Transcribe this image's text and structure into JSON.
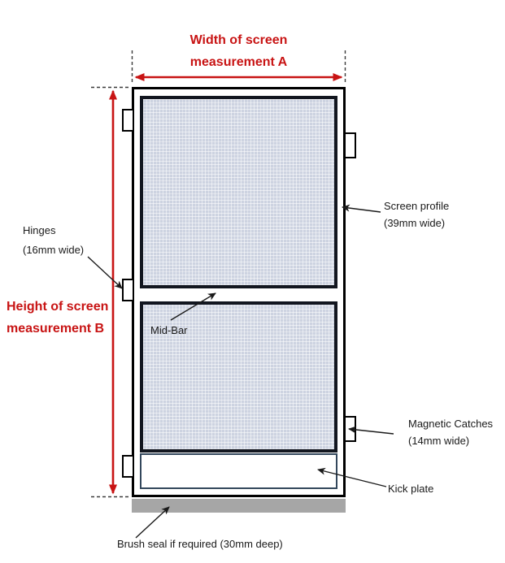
{
  "annotations": {
    "width": {
      "line1": "Width of screen",
      "line2": "measurement A"
    },
    "height": {
      "line1": "Height of screen",
      "line2": "measurement B"
    },
    "hinges": {
      "line1": "Hinges",
      "line2": "(16mm wide)"
    },
    "screen_profile": {
      "line1": "Screen profile",
      "line2": "(39mm wide)"
    },
    "mid_bar": {
      "line1": "Mid-Bar"
    },
    "magnetic_catches": {
      "line1": "Magnetic Catches",
      "line2": "(14mm wide)"
    },
    "kick_plate": {
      "line1": "Kick plate"
    },
    "brush_seal": {
      "line1": "Brush seal if required (30mm deep)"
    }
  },
  "colors": {
    "dimension_red": "#c81414",
    "mesh_fill": "#cdd3e1",
    "panel_border": "#12161f",
    "kick_plate_border": "#33475c",
    "brush_seal_gray": "#a6a6a6",
    "frame_border": "#000000",
    "annotation_black": "#1a1a1a"
  }
}
